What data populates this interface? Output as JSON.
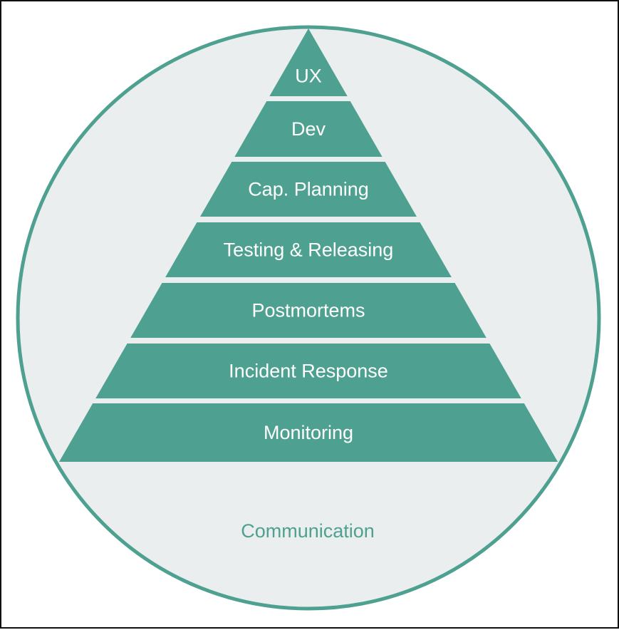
{
  "diagram": {
    "tiers": [
      {
        "label": "UX"
      },
      {
        "label": "Dev"
      },
      {
        "label": "Cap. Planning"
      },
      {
        "label": "Testing & Releasing"
      },
      {
        "label": "Postmortems"
      },
      {
        "label": "Incident Response"
      },
      {
        "label": "Monitoring"
      }
    ],
    "base_label": "Communication",
    "colors": {
      "tier_fill": "#4ea191",
      "circle_fill": "#ebeeee",
      "circle_stroke": "#4ea191",
      "tier_text": "#ffffff",
      "base_text": "#4ea191"
    }
  }
}
